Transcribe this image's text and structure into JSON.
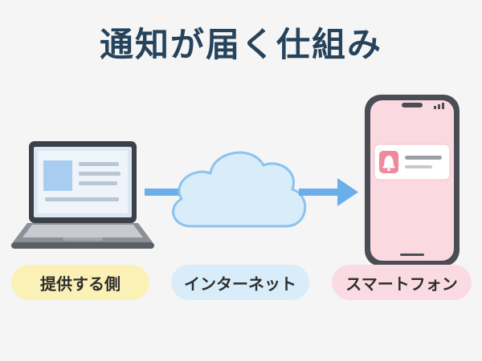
{
  "title": "通知が届く仕組み",
  "labels": {
    "provider": "提供する側",
    "internet": "インターネット",
    "smartphone": "スマートフォン"
  },
  "icons": {
    "provider": "laptop-icon",
    "internet": "cloud-icon",
    "smartphone": "smartphone-icon",
    "notification": "bell-icon"
  },
  "colors": {
    "title": "#26435c",
    "arrow": "#6aaeea",
    "provider_pill": "#fbf1b7",
    "internet_pill": "#d9ecf9",
    "smartphone_pill": "#fbdbe3",
    "notification_bell": "#ef8a9c"
  }
}
